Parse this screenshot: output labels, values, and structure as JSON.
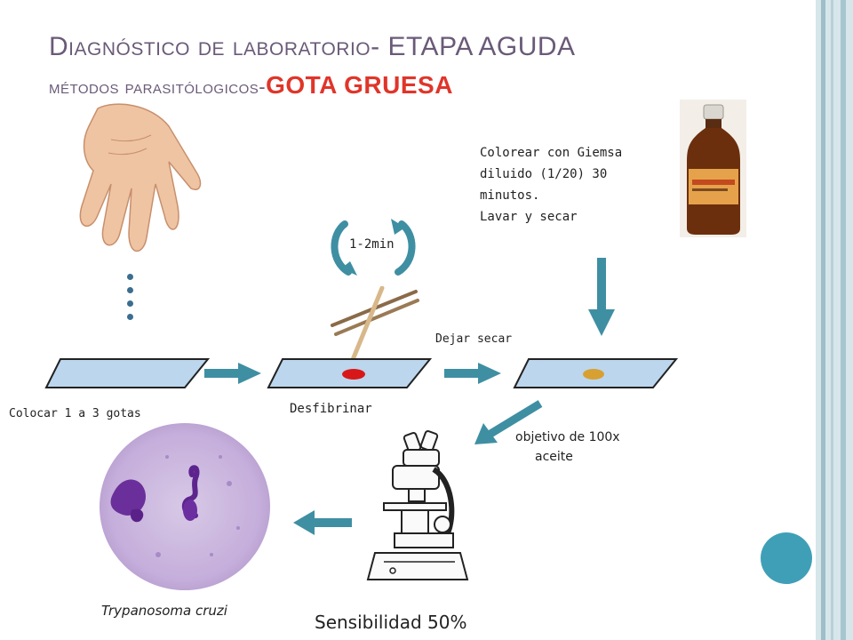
{
  "title": {
    "line1_prefix": "Diagnóstico de laboratorio",
    "line1_suffix": "- ETAPA AGUDA",
    "line2_prefix": "métodos parasitólogicos-",
    "line2_highlight": "GOTA GRUESA"
  },
  "steps": {
    "timer": "1-2min",
    "stain_line1": "Colorear con Giemsa",
    "stain_line2": "diluido (1/20) 30",
    "stain_line3": "minutos.",
    "stain_line4": "Lavar y secar",
    "dry": "Dejar secar",
    "drops": "Colocar 1 a 3 gotas",
    "defibrinate": "Desfibrinar",
    "objective_line1": "objetivo de 100x",
    "objective_line2": "aceite",
    "organism": "Trypanosoma cruzi",
    "sensitivity": "Sensibilidad 50%"
  },
  "colors": {
    "title": "#6a5a78",
    "highlight": "#e0352a",
    "arrow": "#3f8fa3",
    "slide": "#bcd6ee",
    "accent_circle": "#3f9fb7",
    "blood_drop": "#d81818",
    "stained_drop": "#d8a030"
  },
  "icons": [
    "hand-icon",
    "stain-bottle-icon",
    "toothpicks-icon",
    "microscope-icon",
    "micrograph-icon"
  ]
}
